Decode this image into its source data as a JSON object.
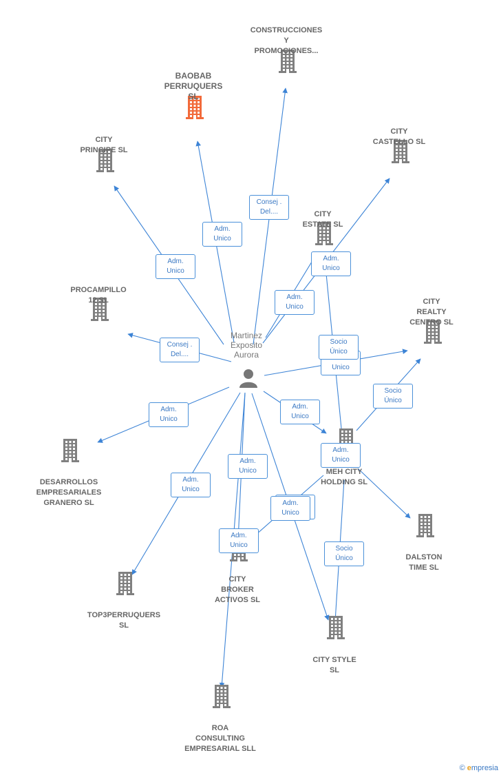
{
  "center": {
    "label": "Martinez\nExposito\nAurora"
  },
  "colors": {
    "edge": "#3d84d6",
    "building": "#808080",
    "highlight": "#f26a3a"
  },
  "nodes": [
    {
      "id": "construcciones",
      "label": "CONSTRUCCIONES\nY\nPROMOCIONES...",
      "highlight": false
    },
    {
      "id": "baobab",
      "label": "BAOBAB\nPERRUQUERS\nSL",
      "highlight": true
    },
    {
      "id": "city-principe",
      "label": "CITY\nPRINCIPE SL",
      "highlight": false
    },
    {
      "id": "city-castello",
      "label": "CITY\nCASTELLO SL",
      "highlight": false
    },
    {
      "id": "city-estate",
      "label": "CITY\nESTATE SL",
      "highlight": false
    },
    {
      "id": "procampillo",
      "label": "PROCAMPILLO\n12 SL",
      "highlight": false
    },
    {
      "id": "city-realty",
      "label": "CITY\nREALTY\nCENTRO SL",
      "highlight": false
    },
    {
      "id": "desarrollos",
      "label": "DESARROLLOS\nEMPRESARIALES\nGRANERO SL",
      "highlight": false
    },
    {
      "id": "meh-city",
      "label": "MEH CITY\nHOLDING SL",
      "highlight": false
    },
    {
      "id": "dalston",
      "label": "DALSTON\nTIME SL",
      "highlight": false
    },
    {
      "id": "city-broker",
      "label": "CITY\nBROKER\nACTIVOS SL",
      "highlight": false
    },
    {
      "id": "top3",
      "label": "TOP3PERRUQUERS\nSL",
      "highlight": false
    },
    {
      "id": "city-style",
      "label": "CITY STYLE\nSL",
      "highlight": false
    },
    {
      "id": "roa",
      "label": "ROA\nCONSULTING\nEMPRESARIAL SLL",
      "highlight": false
    }
  ],
  "edges": [
    {
      "from": "center",
      "to": "construcciones",
      "label": "Consej .\nDel...."
    },
    {
      "from": "center",
      "to": "baobab",
      "label": "Adm.\nUnico"
    },
    {
      "from": "center",
      "to": "city-principe",
      "label": "Adm.\nUnico"
    },
    {
      "from": "center",
      "to": "city-castello",
      "label": "Adm.\nUnico"
    },
    {
      "from": "center",
      "to": "city-estate",
      "label": "Adm.\nUnico"
    },
    {
      "from": "center",
      "to": "procampillo",
      "label": "Consej .\nDel...."
    },
    {
      "from": "center",
      "to": "city-realty",
      "label": "Adm.\nUnico"
    },
    {
      "from": "center",
      "to": "desarrollos",
      "label": "Adm.\nUnico"
    },
    {
      "from": "center",
      "to": "meh-city",
      "label": "Adm.\nUnico"
    },
    {
      "from": "center",
      "to": "top3",
      "label": "Adm.\nUnico"
    },
    {
      "from": "center",
      "to": "city-broker",
      "label": "Adm.\nUnico"
    },
    {
      "from": "center",
      "to": "city-style",
      "label": "Adm.\nUnico"
    },
    {
      "from": "center",
      "to": "roa",
      "label": "Adm.\nUnico"
    },
    {
      "from": "meh-city",
      "to": "city-estate",
      "label": "Socio\nÚnico"
    },
    {
      "from": "meh-city",
      "to": "city-realty",
      "label": "Socio\nÚnico"
    },
    {
      "from": "meh-city",
      "to": "city-style",
      "label": "Socio\nÚnico"
    },
    {
      "from": "meh-city",
      "to": "dalston",
      "label": "Adm.\nUnico"
    },
    {
      "from": "meh-city",
      "to": "city-broker",
      "label": "Adm.\nUnico"
    }
  ],
  "watermark": {
    "symbol": "©",
    "brand_initial": "e",
    "brand_rest": "mpresia"
  }
}
